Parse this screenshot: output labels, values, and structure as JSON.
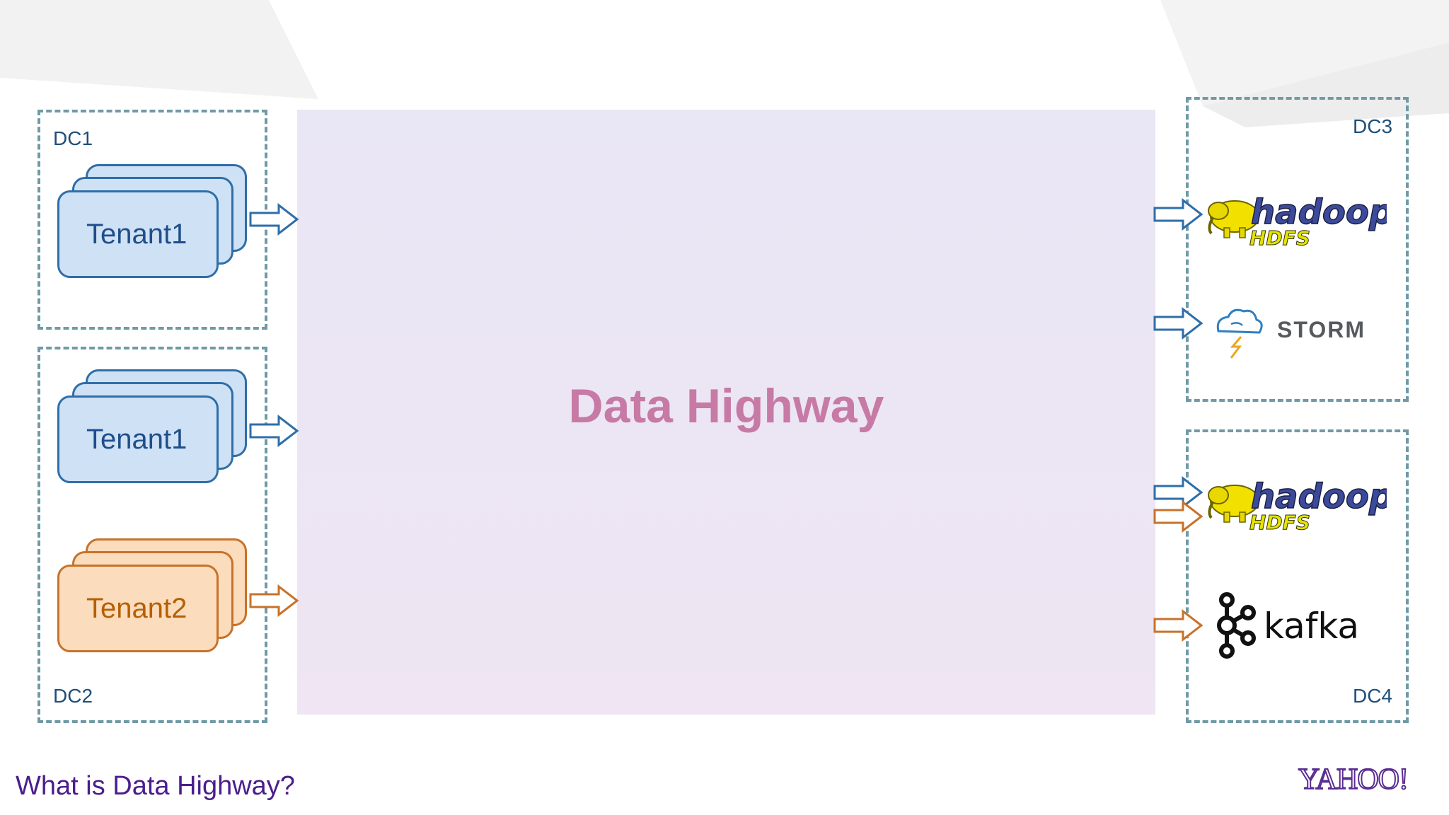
{
  "slide": {
    "title": "What is Data Highway?",
    "brand": "YAHOO!"
  },
  "center": {
    "label": "Data Highway"
  },
  "datacenters": {
    "dc1": {
      "label": "DC1"
    },
    "dc2": {
      "label": "DC2"
    },
    "dc3": {
      "label": "DC3"
    },
    "dc4": {
      "label": "DC4"
    }
  },
  "tenants": [
    {
      "label": "Tenant1",
      "color": "#cfe2f5",
      "stroke": "#2f6ea8"
    },
    {
      "label": "Tenant1",
      "color": "#cfe2f5",
      "stroke": "#2f6ea8"
    },
    {
      "label": "Tenant2",
      "color": "#fbdcbc",
      "stroke": "#c8722a"
    }
  ],
  "sinks": {
    "hadoop_dc3": {
      "word": "hadoop",
      "sub": "HDFS",
      "icon": "hadoop-elephant-icon"
    },
    "storm_dc3": {
      "word": "STORM",
      "icon": "storm-cloud-icon"
    },
    "hadoop_dc4": {
      "word": "hadoop",
      "sub": "HDFS",
      "icon": "hadoop-elephant-icon"
    },
    "kafka_dc4": {
      "word": "kafka",
      "icon": "kafka-nodes-icon"
    }
  },
  "colors": {
    "tenant1_arrow": "#2f6ea8",
    "tenant2_arrow": "#c8722a",
    "dashed_border": "#6f9aa6",
    "highway_text": "#c77aa6"
  }
}
